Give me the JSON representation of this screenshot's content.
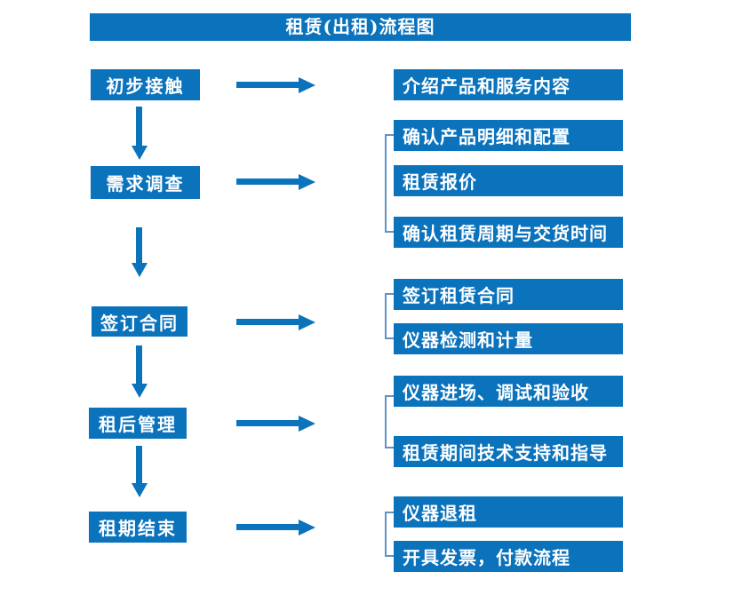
{
  "title": "租赁(出租)流程图",
  "colors": {
    "primary_blue": "#0b72bc",
    "bracket_blue": "#5f93c8",
    "text_white": "#ffffff"
  },
  "steps": [
    {
      "label": "初步接触",
      "details": [
        "介绍产品和服务内容"
      ]
    },
    {
      "label": "需求调查",
      "details": [
        "确认产品明细和配置",
        "租赁报价",
        "确认租赁周期与交货时间"
      ]
    },
    {
      "label": "签订合同",
      "details": [
        "签订租赁合同",
        "仪器检测和计量"
      ]
    },
    {
      "label": "租后管理",
      "details": [
        "仪器进场、调试和验收",
        "租赁期间技术支持和指导"
      ]
    },
    {
      "label": "租期结束",
      "details": [
        "仪器退租",
        "开具发票，付款流程"
      ]
    }
  ]
}
